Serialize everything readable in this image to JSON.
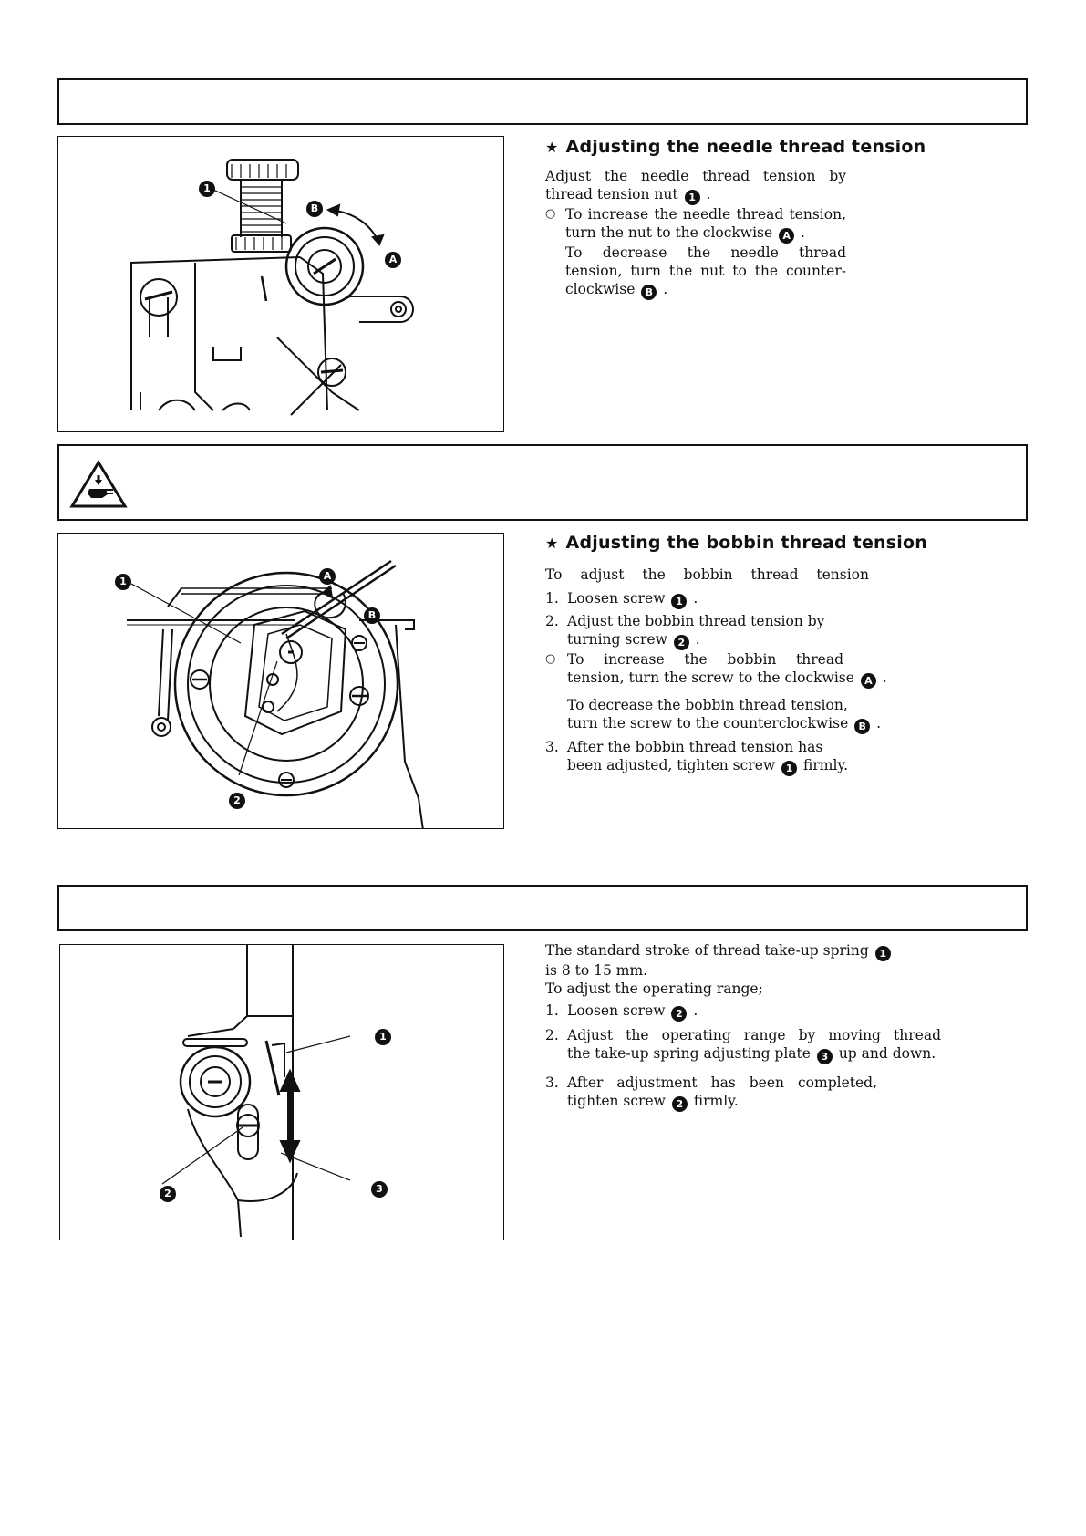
{
  "callouts": {
    "n1": "1",
    "n2": "2",
    "n3": "3",
    "a": "A",
    "b": "B"
  },
  "section1": {
    "heading": "Adjusting the needle thread tension",
    "line1": "Adjust the needle thread tension by",
    "line2": "thread tension nut",
    "bullet_l1": "To increase the needle thread tension,",
    "bullet_l2": "turn the nut to the clockwise",
    "bullet_l3": "To decrease the needle thread",
    "bullet_l4": "tension, turn the nut to the counter-",
    "bullet_l5": "clockwise"
  },
  "section2": {
    "heading": "Adjusting the bobbin thread tension",
    "intro": "To adjust the bobbin thread tension",
    "s1": "Loosen screw",
    "s2_l1": "Adjust the bobbin thread tension by",
    "s2_l2": "turning screw",
    "b_l1": "To increase the bobbin thread",
    "b_l2": "tension, turn the screw to the clockwise",
    "b_l3": "To decrease the bobbin thread tension,",
    "b_l4": "turn the screw to the counterclockwise",
    "s3_l1": "After the bobbin thread tension has",
    "s3_l2": "been adjusted, tighten screw",
    "s3_end": "firmly."
  },
  "section3": {
    "p1_l1": "The standard stroke of thread take-up spring",
    "p1_l2": "is 8 to 15 mm.",
    "p2": "To adjust the operating range;",
    "s1": "Loosen screw",
    "s2_l1": "Adjust the operating range by moving thread",
    "s2_l2": "the take-up spring adjusting plate",
    "s2_end": "up and down.",
    "s3_l1": "After adjustment has been completed,",
    "s3_l2": "tighten screw",
    "s3_end": "firmly."
  },
  "markers": {
    "star": "★",
    "bullet": "○",
    "n1": "1.",
    "n2": "2.",
    "n3": "3."
  },
  "icons": [
    "warning-triangle-icon",
    "needle-thread-tension-illustration",
    "bobbin-case-illustration",
    "take-up-spring-illustration"
  ]
}
